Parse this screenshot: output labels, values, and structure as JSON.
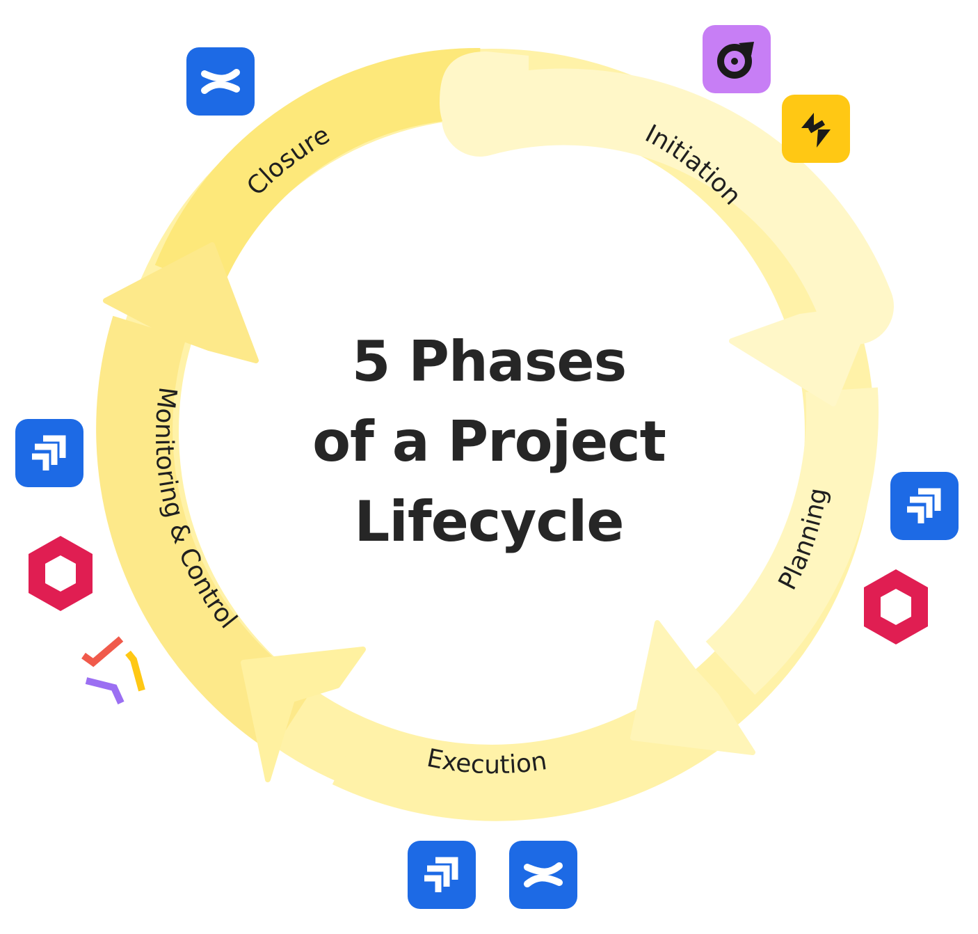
{
  "diagram": {
    "title_lines": [
      "5 Phases",
      "of a Project",
      "Lifecycle"
    ],
    "phases": [
      {
        "label": "Initiation"
      },
      {
        "label": "Planning"
      },
      {
        "label": "Execution"
      },
      {
        "label": "Monitoring & Control"
      },
      {
        "label": "Closure"
      }
    ],
    "colors": {
      "ring_light": "#fff7c8",
      "ring_mid": "#fff2a8",
      "ring_strong": "#fde87a",
      "text": "#262626",
      "atlassian_blue": "#1d6ae5",
      "loom_purple": "#c77ef5",
      "jsm_yellow": "#ffc814",
      "hexagon_red": "#e01e52"
    },
    "icons": [
      {
        "name": "confluence-icon",
        "phase": "Closure"
      },
      {
        "name": "loom-icon",
        "phase": "Initiation"
      },
      {
        "name": "jira-service-management-icon",
        "phase": "Initiation"
      },
      {
        "name": "jira-icon",
        "phase": "Planning"
      },
      {
        "name": "hexagon-app-icon",
        "phase": "Planning"
      },
      {
        "name": "jira-icon",
        "phase": "Execution"
      },
      {
        "name": "confluence-icon",
        "phase": "Execution"
      },
      {
        "name": "jira-icon",
        "phase": "Monitoring & Control"
      },
      {
        "name": "hexagon-app-icon",
        "phase": "Monitoring & Control"
      },
      {
        "name": "checkmarks-app-icon",
        "phase": "Monitoring & Control"
      }
    ]
  }
}
